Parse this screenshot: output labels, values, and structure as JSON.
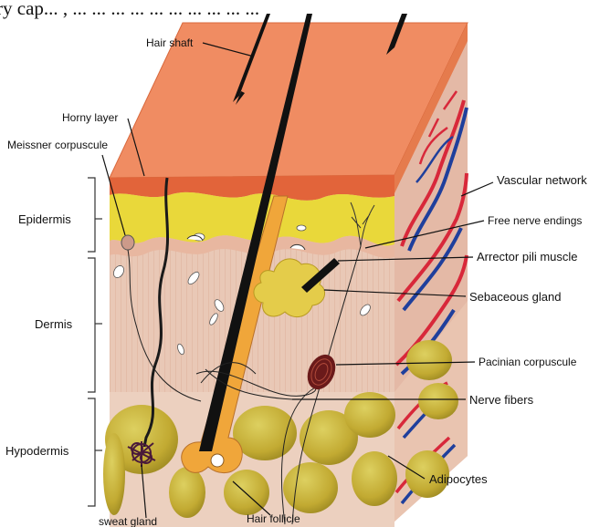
{
  "header_text": "ry cap... , ... ... ... ... ... ... ... ... ... ...",
  "labels": {
    "hair_shaft": "Hair shaft",
    "horny_layer": "Horny layer",
    "meissner_corpuscle": "Meissner corpuscule",
    "epidermis": "Epidermis",
    "dermis": "Dermis",
    "hypodermis": "Hypodermis",
    "sweat_gland": "sweat gland",
    "hair_follicle": "Hair follicle",
    "vascular_network": "Vascular network",
    "free_nerve_endings": "Free nerve endings",
    "arrector_pili_muscle": "Arrector pili muscle",
    "sebaceous_gland": "Sebaceous gland",
    "pacinian_corpuscle": "Pacinian corpuscule",
    "nerve_fibers": "Nerve fibers",
    "adipocytes": "Adipocytes"
  },
  "colors": {
    "surface": "#f08c62",
    "horny_layer": "#e2643a",
    "epidermis": "#e9d83a",
    "dermis": "#e9c8b6",
    "hypodermis": "#ecd0bf",
    "fat": "#c9b43a",
    "hair": "#111111",
    "follicle": "#f0a63a",
    "artery": "#d8283a",
    "vein": "#1f3f9c",
    "side_face": "#e4b9a6"
  }
}
